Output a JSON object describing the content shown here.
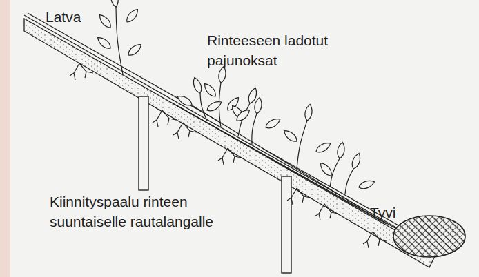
{
  "diagram": {
    "labels": [
      "Latva",
      "Rinteeseen ladotut pajunoksat",
      "Kiinnityspaalu rinteen suuntaiselle rautalangalle",
      "Tyvi"
    ]
  }
}
